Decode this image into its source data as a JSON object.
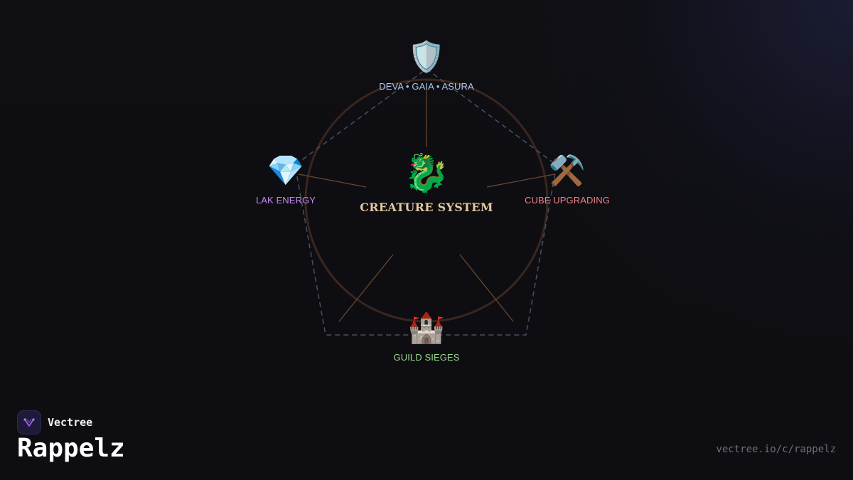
{
  "diagram": {
    "center": {
      "icon": "dragon",
      "emoji": "🐉",
      "label": "CREATURE SYSTEM",
      "color": "#e2c9a0"
    },
    "nodes": [
      {
        "id": "races",
        "icon": "shield",
        "emoji": "🛡️",
        "label": "DEVA • GAIA • ASURA",
        "color": "#a9c8f0"
      },
      {
        "id": "lak",
        "icon": "gem",
        "emoji": "💎",
        "label": "LAK ENERGY",
        "color": "#c48af0"
      },
      {
        "id": "cube",
        "icon": "hammer-pick",
        "emoji": "⚒️",
        "label": "CUBE UPGRADING",
        "color": "#f08080"
      },
      {
        "id": "siege",
        "icon": "castle",
        "emoji": "🏰",
        "label": "GUILD SIEGES",
        "color": "#96d98a"
      }
    ]
  },
  "brand": {
    "icon": "vectree-logo",
    "name": "Vectree"
  },
  "page_title": "Rappelz",
  "url": "vectree.io/c/rappelz"
}
